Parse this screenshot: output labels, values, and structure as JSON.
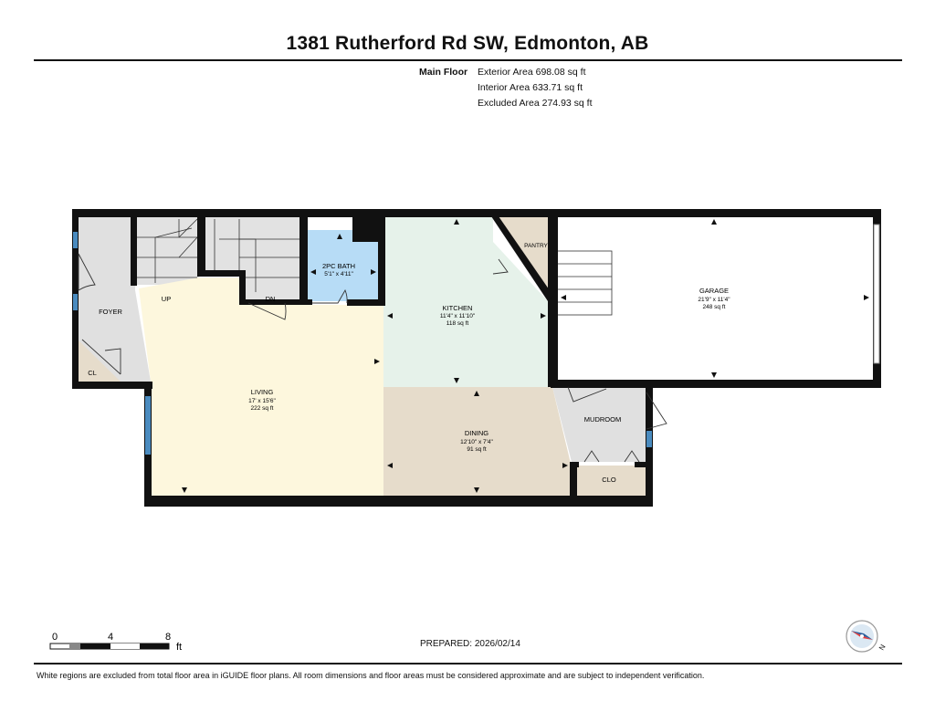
{
  "header": {
    "title": "1381 Rutherford Rd SW, Edmonton, AB",
    "floor_label": "Main Floor",
    "exterior_area": "Exterior Area 698.08 sq ft",
    "interior_area": "Interior Area 633.71 sq ft",
    "excluded_area": "Excluded Area 274.93 sq ft"
  },
  "rooms": {
    "foyer": {
      "name": "FOYER"
    },
    "closet": {
      "name": "CL"
    },
    "bath": {
      "name": "2PC BATH",
      "dims": "5'1\" x 4'11\""
    },
    "kitchen": {
      "name": "KITCHEN",
      "dims": "11'4\" x 11'10\"",
      "area": "118 sq ft"
    },
    "pantry": {
      "name": "PANTRY"
    },
    "garage": {
      "name": "GARAGE",
      "dims": "21'9\" x 11'4\"",
      "area": "248 sq ft"
    },
    "living": {
      "name": "LIVING",
      "dims": "17' x 15'6\"",
      "area": "222 sq ft"
    },
    "dining": {
      "name": "DINING",
      "dims": "12'10\" x 7'4\"",
      "area": "91 sq ft"
    },
    "mudroom": {
      "name": "MUDROOM"
    },
    "clo": {
      "name": "CLO"
    }
  },
  "stairs": {
    "up": "UP",
    "down": "DN"
  },
  "scale": {
    "ticks": [
      "0",
      "4",
      "8"
    ],
    "unit": "ft"
  },
  "footer": {
    "prepared": "PREPARED: 2026/02/14",
    "disclaimer": "White regions are excluded from total floor area in iGUIDE floor plans. All room dimensions and floor areas must be considered approximate and are subject to independent verification."
  },
  "colors": {
    "wall": "#111111",
    "foyer": "#e0e0e0",
    "living": "#fdf7dd",
    "kitchen": "#e6f2ea",
    "dining": "#e6dccb",
    "bath": "#b7dcf6",
    "pantry": "#e6dccb",
    "mudroom": "#e0e0e0",
    "clo": "#e6dccb",
    "stairs": "#e2e2e2",
    "window": "#4a8bbf"
  },
  "compass_icon": "compass-icon"
}
